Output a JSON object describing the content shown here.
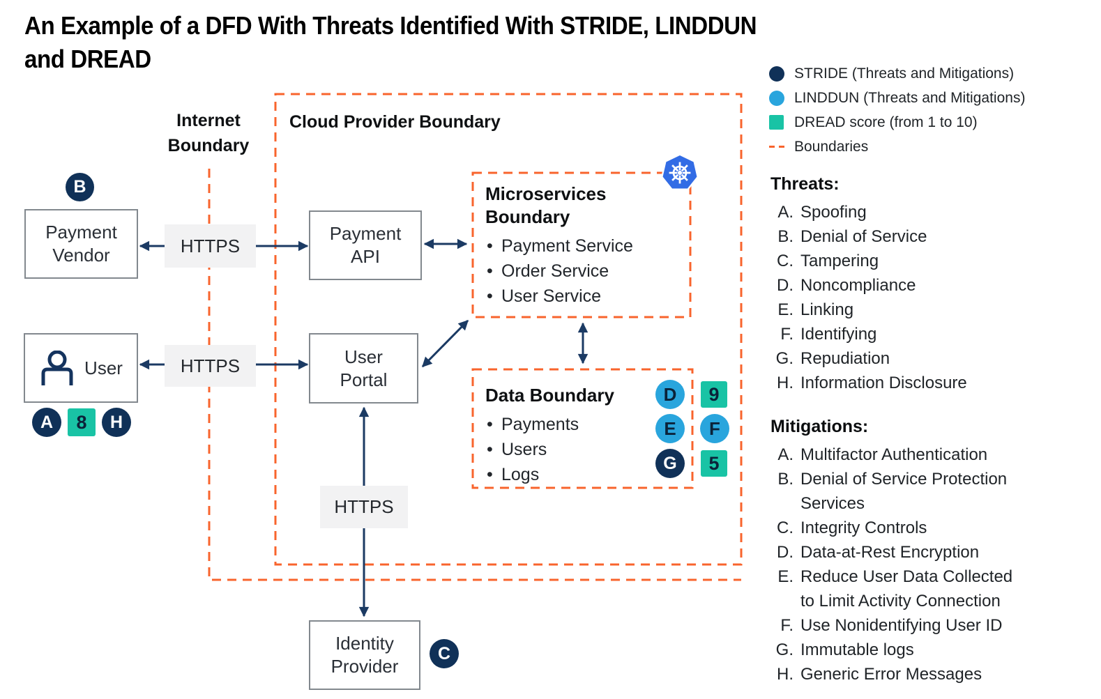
{
  "title": "An Example of a DFD With Threats Identified With STRIDE, LINDDUN\nand DREAD",
  "colors": {
    "stride_navy": "#103158",
    "linddun_blue": "#29A5DD",
    "dread_teal": "#19C3A5",
    "boundary_orange": "#F8642D",
    "arrow_navy": "#1B3A63"
  },
  "legend": {
    "items": [
      {
        "icon": "stride-dot",
        "label": "STRIDE (Threats and Mitigations)"
      },
      {
        "icon": "linddun-dot",
        "label": "LINDDUN (Threats and Mitigations)"
      },
      {
        "icon": "dread-square",
        "label": "DREAD score (from 1 to 10)"
      },
      {
        "icon": "boundary-dash",
        "label": "Boundaries"
      }
    ]
  },
  "threats": {
    "heading": "Threats:",
    "items": [
      {
        "key": "A.",
        "label": "Spoofing"
      },
      {
        "key": "B.",
        "label": "Denial of Service"
      },
      {
        "key": "C.",
        "label": "Tampering"
      },
      {
        "key": "D.",
        "label": "Noncompliance"
      },
      {
        "key": "E.",
        "label": "Linking"
      },
      {
        "key": "F.",
        "label": "Identifying"
      },
      {
        "key": "G.",
        "label": "Repudiation"
      },
      {
        "key": "H.",
        "label": "Information Disclosure"
      }
    ]
  },
  "mitigations": {
    "heading": "Mitigations:",
    "items": [
      {
        "key": "A.",
        "label": "Multifactor Authentication"
      },
      {
        "key": "B.",
        "label": "Denial of Service Protection\nServices"
      },
      {
        "key": "C.",
        "label": "Integrity Controls"
      },
      {
        "key": "D.",
        "label": "Data-at-Rest Encryption"
      },
      {
        "key": "E.",
        "label": "Reduce User Data Collected\nto Limit Activity Connection"
      },
      {
        "key": "F.",
        "label": "Use Nonidentifying User ID"
      },
      {
        "key": "G.",
        "label": "Immutable logs"
      },
      {
        "key": "H.",
        "label": "Generic Error Messages"
      }
    ]
  },
  "diagram": {
    "internet_boundary_label": "Internet\nBoundary",
    "cloud_boundary_label": "Cloud Provider Boundary",
    "https_label": "HTTPS",
    "payment_vendor": {
      "label": "Payment\nVendor",
      "badge": "B"
    },
    "user": {
      "label": "User",
      "badges": [
        "A",
        "8",
        "H"
      ]
    },
    "payment_api": {
      "label": "Payment\nAPI"
    },
    "user_portal": {
      "label": "User\nPortal"
    },
    "identity_provider": {
      "label": "Identity\nProvider",
      "badge": "C"
    },
    "microservices": {
      "title": "Microservices\nBoundary",
      "icon": "kubernetes-icon",
      "items": [
        "Payment Service",
        "Order Service",
        "User Service"
      ]
    },
    "data_boundary": {
      "title": "Data Boundary",
      "items": [
        "Payments",
        "Users",
        "Logs"
      ],
      "badges": [
        {
          "text": "D",
          "type": "linddun"
        },
        {
          "text": "9",
          "type": "dread"
        },
        {
          "text": "E",
          "type": "linddun"
        },
        {
          "text": "F",
          "type": "linddun"
        },
        {
          "text": "G",
          "type": "stride"
        },
        {
          "text": "5",
          "type": "dread"
        }
      ]
    }
  }
}
